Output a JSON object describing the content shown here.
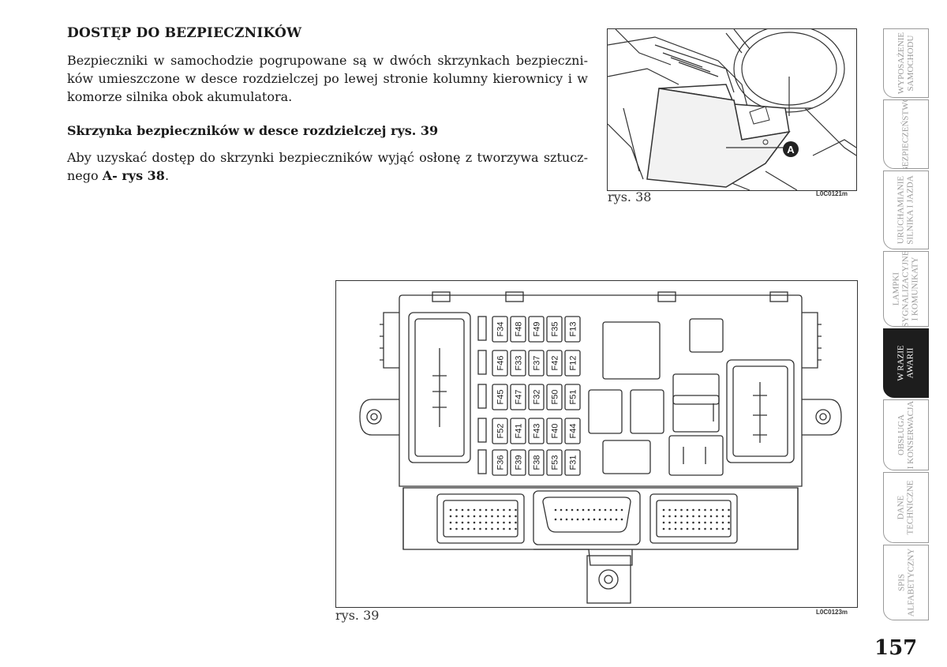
{
  "heading": "DOSTĘP DO BEZPIECZNIKÓW",
  "paragraph1": "Bezpieczniki w samochodzie pogrupowane są w dwóch skrzynkach bezpieczni-ków umieszczone w desce rozdzielczej po lewej stronie kolumny kierownicy i w komorze silnika obok akumulatora.",
  "subheading": "Skrzynka bezpieczników w desce rozdzielczej rys. 39",
  "paragraph2": {
    "text": "Aby uzyskać dostęp do skrzynki bezpieczników wyjąć osłonę z tworzywa sztucz-nego ",
    "bold": "A- rys 38",
    "end": "."
  },
  "figure1": {
    "caption": "rys. 38",
    "code": "L0C0121m",
    "marker": "A"
  },
  "figure2": {
    "caption": "rys. 39",
    "code": "L0C0123m",
    "fuse_rows": [
      [
        "F34",
        "F48",
        "F49",
        "F35",
        "F13"
      ],
      [
        "F46",
        "F33",
        "F37",
        "F42",
        "F12"
      ],
      [
        "F45",
        "F47",
        "F32",
        "F50",
        "F51"
      ],
      [
        "F52",
        "F41",
        "F43",
        "F40",
        "F44"
      ],
      [
        "F36",
        "F39",
        "F38",
        "F53",
        "F31"
      ]
    ]
  },
  "tabs": [
    {
      "label": "WYPOSAŻENIE\nSAMOCHODU",
      "active": false
    },
    {
      "label": "BEZPIECZEŃSTWO",
      "active": false
    },
    {
      "label": "URUCHAMIANIE\nSILNIKA I JAZDA",
      "active": false
    },
    {
      "label": "LAMPKI\nSYGNALIZACYJNE\nI KOMUNIKATY",
      "active": false
    },
    {
      "label": "W RAZIE\nAWARII",
      "active": true
    },
    {
      "label": "OBSŁUGA\nI KONSERWACJA",
      "active": false
    },
    {
      "label": "DANE\nTECHNICZNE",
      "active": false
    },
    {
      "label": "SPIS\nALFABETYCZNY",
      "active": false
    }
  ],
  "page_number": "157"
}
